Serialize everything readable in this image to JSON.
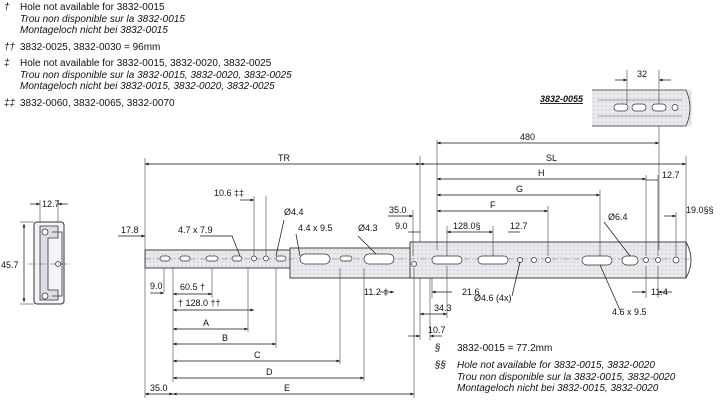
{
  "notes_top": [
    {
      "symbol": "†",
      "lines": [
        "Hole not available for 3832-0015",
        "Trou non disponible sur la 3832-0015",
        "Montageloch nicht bei 3832-0015"
      ]
    },
    {
      "symbol": "††",
      "lines": [
        "3832-0025, 3832-0030 = 96mm"
      ]
    },
    {
      "symbol": "‡",
      "lines": [
        "Hole not available for 3832-0015, 3832-0020, 3832-0025",
        "Trou non disponible sur la 3832-0015, 3832-0020, 3832-0025",
        "Montageloch nicht bei 3832-0015, 3832-0020, 3832-0025"
      ]
    },
    {
      "symbol": "‡‡",
      "lines": [
        "3832-0060, 3832-0065, 3832-0070"
      ]
    }
  ],
  "notes_bottom": [
    {
      "symbol": "§",
      "lines": [
        "3832-0015 = 77.2mm"
      ]
    },
    {
      "symbol": "§§",
      "lines": [
        "Hole not available for 3832-0015, 3832-0020",
        "Trou non disponible sur la 3832-0015, 3832-0020",
        "Montageloch nicht bei 3832-0015, 3832-0020"
      ]
    }
  ],
  "part_label": "3832-0055",
  "dims": {
    "d32": "32",
    "d480": "480",
    "tr": "TR",
    "sl": "SL",
    "h": "H",
    "g": "G",
    "f": "F",
    "d12_7_side": "12.7",
    "d45_7": "45.7",
    "d17_8": "17.8",
    "d10_6": "10.6 ‡‡",
    "d4_7x7_9": "4.7 x 7.9",
    "d4_4": "Ø4.4",
    "d4_4x9_5": "4.4 x 9.5",
    "d4_3": "Ø4.3",
    "d35_top": "35.0",
    "d9_0_top": "9.0",
    "d128_0": "128.0§",
    "d12_7_mid": "12.7",
    "d6_4": "Ø6.4",
    "d12_7_right": "12.7",
    "d19_0": "19.0§§",
    "d9_0_left": "9.0",
    "d60_5": "60.5 †",
    "d128_tt": "† 128.0 ††",
    "d11_2": "11.2 ‡",
    "d21_6": "21.6",
    "d4_6x4": "Ø4.6 (4x)",
    "d34_3": "34.3",
    "d11_4": "11.4",
    "d4_6x9_5": "4.6 x 9.5",
    "d10_7": "10.7",
    "a": "A",
    "b": "B",
    "c": "C",
    "d": "D",
    "e": "E",
    "d35_bottom": "35.0"
  }
}
